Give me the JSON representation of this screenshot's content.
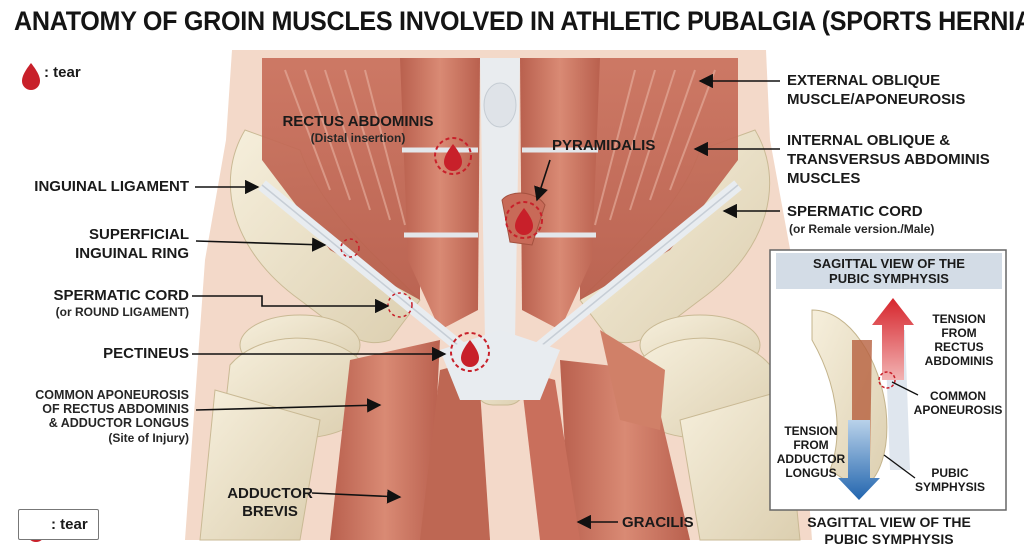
{
  "title": "ANATOMY OF GROIN MUSCLES INVOLVED IN ATHLETIC PUBALGIA (SPORTS HERNIA)",
  "legend_top": {
    "text": ": tear"
  },
  "legend_bottom": {
    "text": ": tear"
  },
  "labels": {
    "rectus_abdominis": "RECTUS ABDOMINIS",
    "rectus_abdominis_sub": "(Distal insertion)",
    "pyramidalis": "PYRAMIDALIS",
    "external_oblique_1": "EXTERNAL OBLIQUE",
    "external_oblique_2": "MUSCLE/APONEUROSIS",
    "internal_oblique_1": "INTERNAL OBLIQUE &",
    "internal_oblique_2": "TRANSVERSUS ABDOMINIS",
    "internal_oblique_3": "MUSCLES",
    "inguinal_ligament": "INGUINAL LIGAMENT",
    "superficial_ring_1": "SUPERFICIAL",
    "superficial_ring_2": "INGUINAL RING",
    "spermatic_cord_left": "SPERMATIC CORD",
    "spermatic_cord_left_sub": "(or ROUND LIGAMENT)",
    "spermatic_cord_right": "SPERMATIC CORD",
    "spermatic_cord_right_sub": "(or Remale version./Male)",
    "pectineus": "PECTINEUS",
    "common_apo_1": "COMMON APONEUROSIS",
    "common_apo_2": "OF RECTUS ABDOMINIS",
    "common_apo_3": "& ADDUCTOR LONGUS",
    "common_apo_4": "(Site of Injury)",
    "adductor_brevis_1": "ADDUCTOR",
    "adductor_brevis_2": "BREVIS",
    "gracilis": "GRACILIS"
  },
  "inset": {
    "header_1": "SAGITTAL VIEW OF THE",
    "header_2": "PUBIC SYMPHYSIS",
    "tension_rectus_1": "TENSION",
    "tension_rectus_2": "FROM",
    "tension_rectus_3": "RECTUS",
    "tension_rectus_4": "ABDOMINIS",
    "common_apo_1": "COMMON",
    "common_apo_2": "APONEUROSIS",
    "tension_adductor_1": "TENSION",
    "tension_adductor_2": "FROM",
    "tension_adductor_3": "ADDUCTOR",
    "tension_adductor_4": "LONGUS",
    "pubic_1": "PUBIC",
    "pubic_2": "SYMPHYSIS",
    "caption_1": "SAGITTAL VIEW OF THE",
    "caption_2": "PUBIC SYMPHYSIS"
  },
  "colors": {
    "muscle": "#c96f5c",
    "muscle_light": "#dd9a86",
    "tendon": "#e9ecef",
    "bone": "#eee4cc",
    "skin": "#f3d9c9",
    "tear": "#c8202a",
    "arrow_up": "#d3242c",
    "arrow_down": "#2a6fb5"
  }
}
